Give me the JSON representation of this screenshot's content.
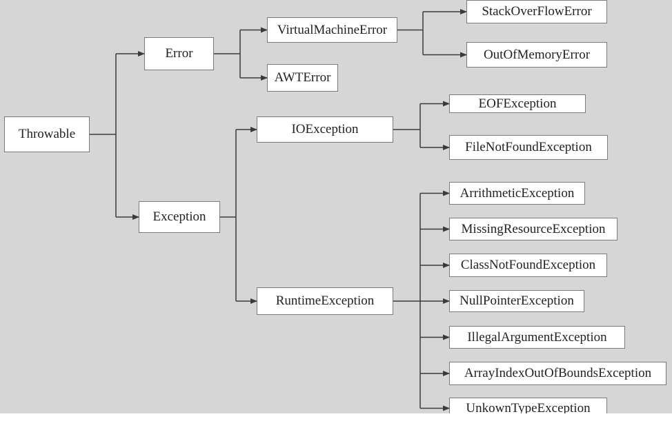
{
  "diagram": {
    "nodes": {
      "throwable": "Throwable",
      "error": "Error",
      "exception": "Exception",
      "virtual_machine_error": "VirtualMachineError",
      "awt_error": "AWTError",
      "stack_overflow_error": "StackOverFlowError",
      "out_of_memory_error": "OutOfMemoryError",
      "io_exception": "IOException",
      "runtime_exception": "RuntimeException",
      "eof_exception": "EOFException",
      "file_not_found_exception": "FileNotFoundException",
      "arithmetic_exception": "ArrithmeticException",
      "missing_resource_exception": "MissingResourceException",
      "class_not_found_exception": "ClassNotFoundException",
      "null_pointer_exception": "NullPointerException",
      "illegal_argument_exception": "IllegalArgumentException",
      "array_index_out_of_bounds_exception": "ArrayIndexOutOfBoundsException",
      "unknown_type_exception": "UnkownTypeException"
    },
    "edges": [
      [
        "throwable",
        "error"
      ],
      [
        "throwable",
        "exception"
      ],
      [
        "error",
        "virtual_machine_error"
      ],
      [
        "error",
        "awt_error"
      ],
      [
        "virtual_machine_error",
        "stack_overflow_error"
      ],
      [
        "virtual_machine_error",
        "out_of_memory_error"
      ],
      [
        "exception",
        "io_exception"
      ],
      [
        "exception",
        "runtime_exception"
      ],
      [
        "io_exception",
        "eof_exception"
      ],
      [
        "io_exception",
        "file_not_found_exception"
      ],
      [
        "runtime_exception",
        "arithmetic_exception"
      ],
      [
        "runtime_exception",
        "missing_resource_exception"
      ],
      [
        "runtime_exception",
        "class_not_found_exception"
      ],
      [
        "runtime_exception",
        "null_pointer_exception"
      ],
      [
        "runtime_exception",
        "illegal_argument_exception"
      ],
      [
        "runtime_exception",
        "array_index_out_of_bounds_exception"
      ],
      [
        "runtime_exception",
        "unknown_type_exception"
      ]
    ],
    "colors": {
      "background": "#d6d6d6",
      "box": "#ffffff",
      "line": "#3a3a3a"
    }
  }
}
